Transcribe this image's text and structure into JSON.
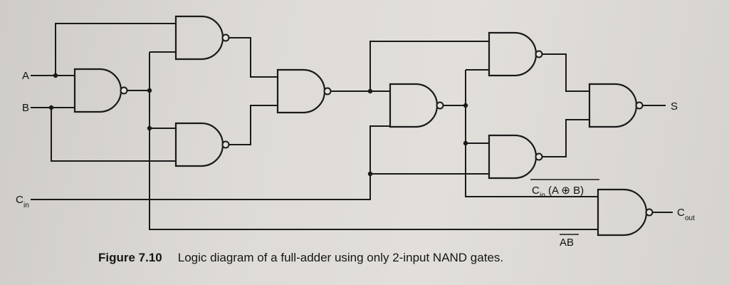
{
  "diagram": {
    "labels": {
      "a": "A",
      "b": "B",
      "cin_main": "C",
      "cin_sub": "in",
      "s": "S",
      "cout_main": "C",
      "cout_sub": "out",
      "cin_xor_pre": "C",
      "cin_xor_sub": "in",
      "cin_xor_expr": "(A ⊕ B)",
      "ab_bar": "AB"
    },
    "colors": {
      "ink": "#1a1a1a",
      "paper": "#dedbd6"
    }
  },
  "caption": {
    "number": "Figure 7.10",
    "text": "Logic diagram of a full-adder using only 2-input NAND gates."
  }
}
